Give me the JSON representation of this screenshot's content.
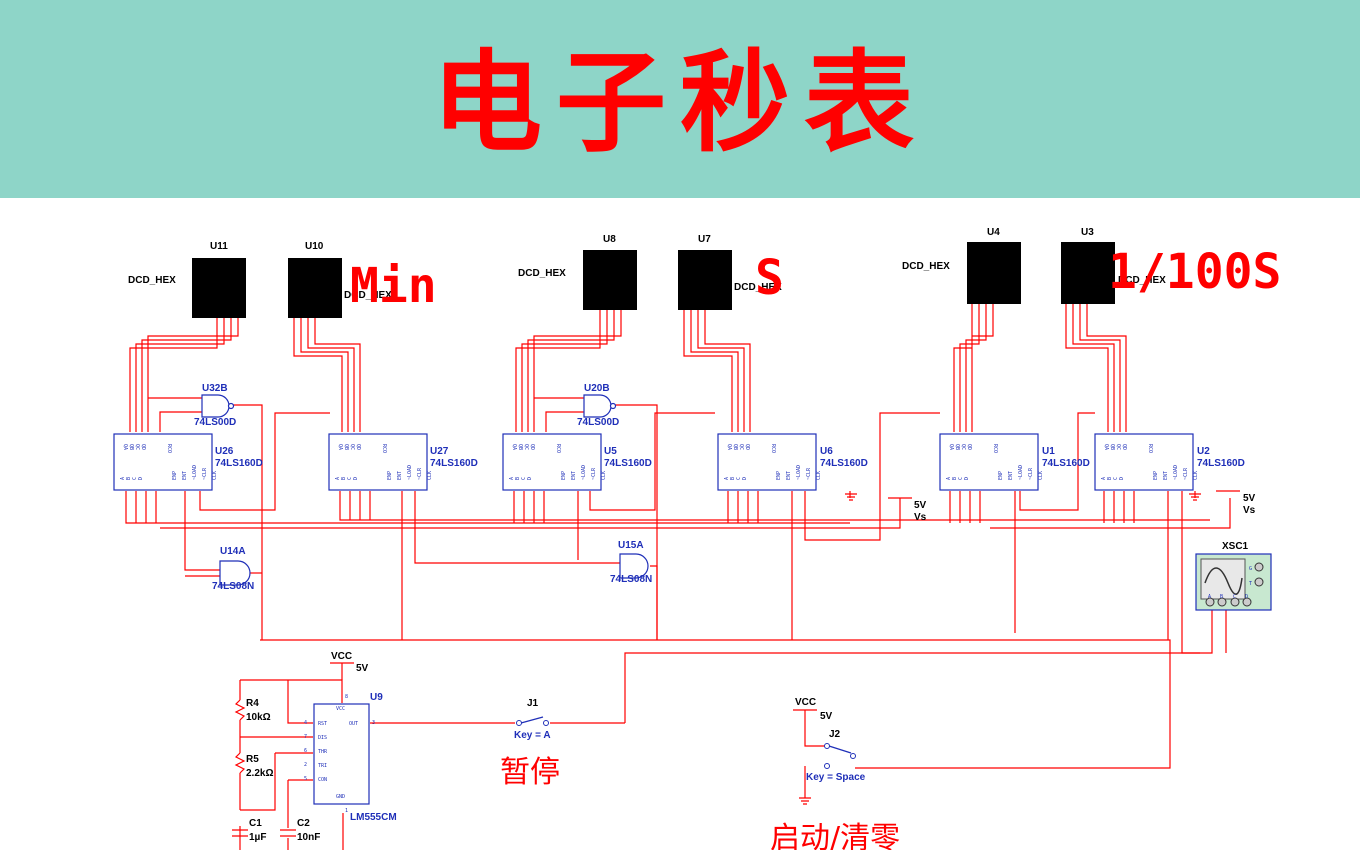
{
  "title": "电子秒表",
  "overlay_labels": {
    "min": "Min",
    "s": "S",
    "hundredths": "1/100S"
  },
  "displays": [
    {
      "ref": "U11",
      "type": "DCD_HEX"
    },
    {
      "ref": "U10",
      "type": "DCD_HEX"
    },
    {
      "ref": "U8",
      "type": "DCD_HEX"
    },
    {
      "ref": "U7",
      "type": "DCD_HEX"
    },
    {
      "ref": "U4",
      "type": "DCD_HEX"
    },
    {
      "ref": "U3",
      "type": "DCD_HEX"
    }
  ],
  "counters": [
    {
      "ref": "U26",
      "part": "74LS160D"
    },
    {
      "ref": "U27",
      "part": "74LS160D"
    },
    {
      "ref": "U5",
      "part": "74LS160D"
    },
    {
      "ref": "U6",
      "part": "74LS160D"
    },
    {
      "ref": "U1",
      "part": "74LS160D"
    },
    {
      "ref": "U2",
      "part": "74LS160D"
    }
  ],
  "nand_gates": [
    {
      "ref": "U32B",
      "part": "74LS00D"
    },
    {
      "ref": "U20B",
      "part": "74LS00D"
    }
  ],
  "and_gates": [
    {
      "ref": "U14A",
      "part": "74LS08N"
    },
    {
      "ref": "U15A",
      "part": "74LS08N"
    }
  ],
  "sources": [
    {
      "label": "5V",
      "sub": "Vs"
    },
    {
      "label": "5V",
      "sub": "Vs"
    }
  ],
  "oscilloscope": {
    "ref": "XSC1",
    "terminals": [
      "G",
      "T",
      "A",
      "B",
      "C",
      "D"
    ]
  },
  "timer": {
    "ref": "U9",
    "part": "LM555CM",
    "vcc_label": "VCC",
    "vcc_value": "5V",
    "pins": [
      "RST",
      "DIS",
      "THR",
      "TRI",
      "CON",
      "GND",
      "VCC",
      "OUT"
    ],
    "pin_numbers": [
      "4",
      "7",
      "6",
      "2",
      "5",
      "1",
      "8",
      "3"
    ]
  },
  "components": [
    {
      "ref": "R4",
      "value": "10kΩ"
    },
    {
      "ref": "R5",
      "value": "2.2kΩ"
    },
    {
      "ref": "C1",
      "value": "1µF"
    },
    {
      "ref": "C2",
      "value": "10nF"
    }
  ],
  "switches": [
    {
      "ref": "J1",
      "key": "Key = A",
      "caption": "暂停"
    },
    {
      "ref": "J2",
      "key": "Key = Space",
      "caption": "启动/清零",
      "vcc_label": "VCC",
      "vcc_value": "5V"
    }
  ],
  "counter_pin_labels_top": [
    "QA",
    "QB",
    "QC",
    "QD",
    "RCO"
  ],
  "counter_pin_labels_bottom": [
    "A",
    "B",
    "C",
    "D",
    "ENP",
    "ENT",
    "~LOAD",
    "~CLR",
    "CLK"
  ]
}
